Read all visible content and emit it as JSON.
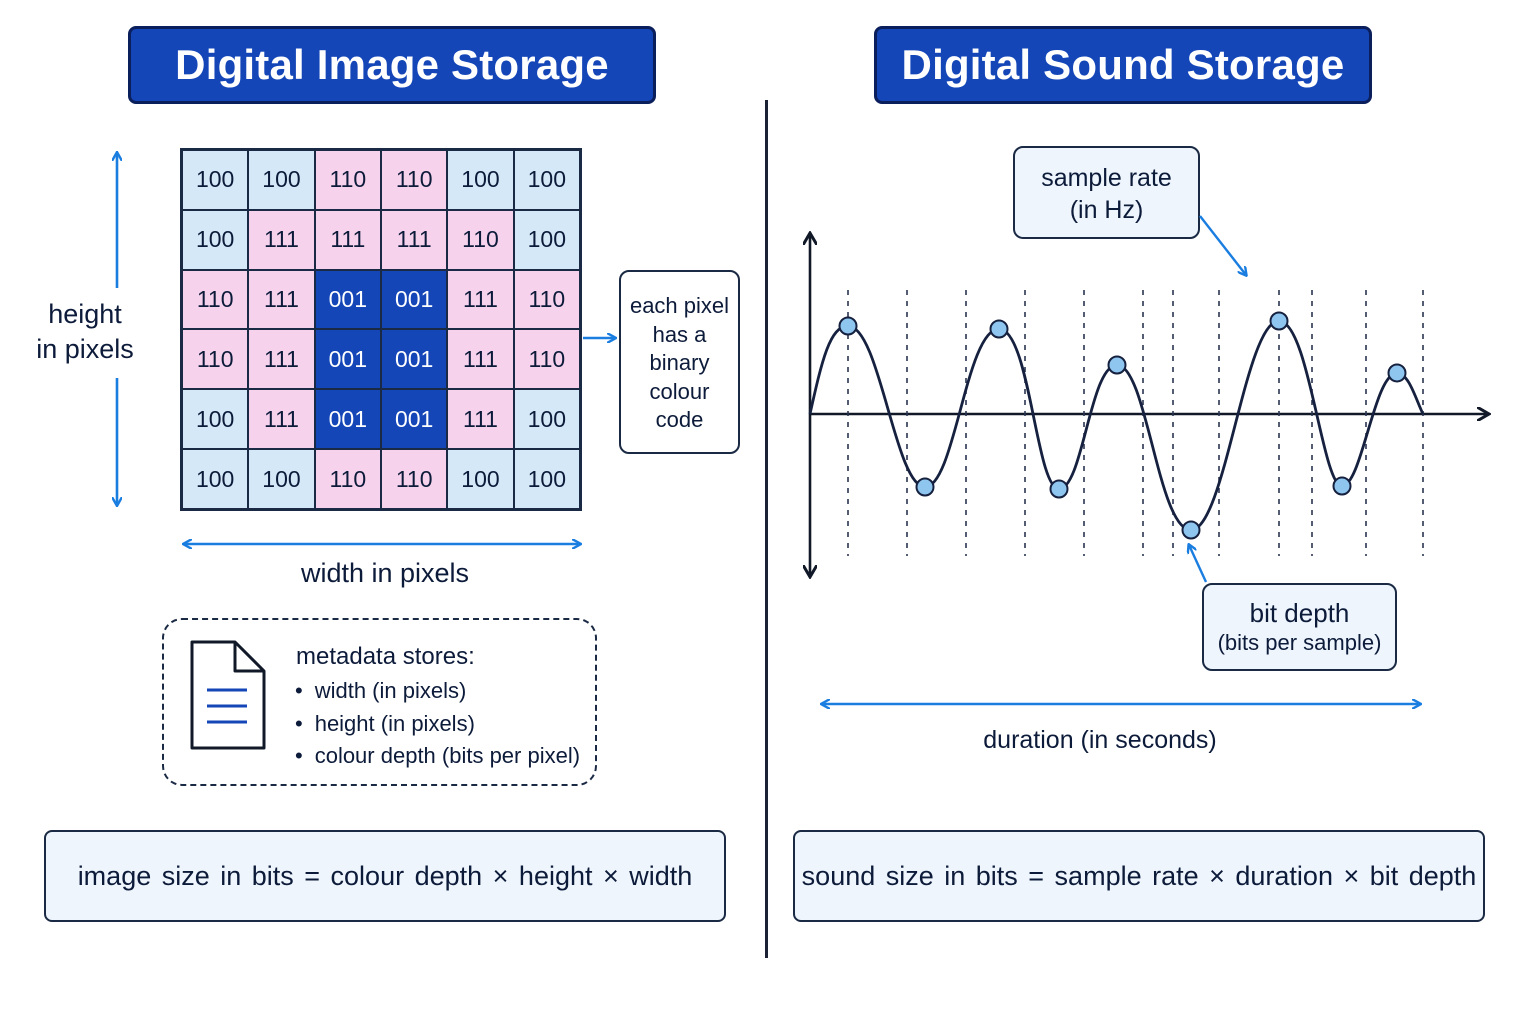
{
  "image_section": {
    "title": "Digital Image Storage",
    "grid": [
      [
        "100",
        "100",
        "110",
        "110",
        "100",
        "100"
      ],
      [
        "100",
        "111",
        "111",
        "111",
        "110",
        "100"
      ],
      [
        "110",
        "111",
        "001",
        "001",
        "111",
        "110"
      ],
      [
        "110",
        "111",
        "001",
        "001",
        "111",
        "110"
      ],
      [
        "100",
        "111",
        "001",
        "001",
        "111",
        "100"
      ],
      [
        "100",
        "100",
        "110",
        "110",
        "100",
        "100"
      ]
    ],
    "height_label": "height\nin pixels",
    "width_label": "width in pixels",
    "pixel_note": "each pixel\nhas a\nbinary\ncolour\ncode",
    "metadata": {
      "title": "metadata stores:",
      "items": [
        "width (in pixels)",
        "height (in pixels)",
        "colour depth (bits per pixel)"
      ]
    },
    "formula": "image size in bits = colour depth × height × width"
  },
  "sound_section": {
    "title": "Digital Sound Storage",
    "sample_rate_label": "sample rate\n(in Hz)",
    "bit_depth_label": "bit depth",
    "bit_depth_sub": "(bits per sample)",
    "duration_label": "duration (in seconds)",
    "formula": "sound size in bits = sample rate × duration × bit depth"
  },
  "colors": {
    "title_fill": "#1446b8",
    "pixel_light_blue": "#d4e8f8",
    "pixel_pink": "#f6d2ec",
    "pixel_dark_blue": "#1446b8",
    "arrow_blue": "#1a7de0",
    "sample_point": "#8fc6f0"
  }
}
